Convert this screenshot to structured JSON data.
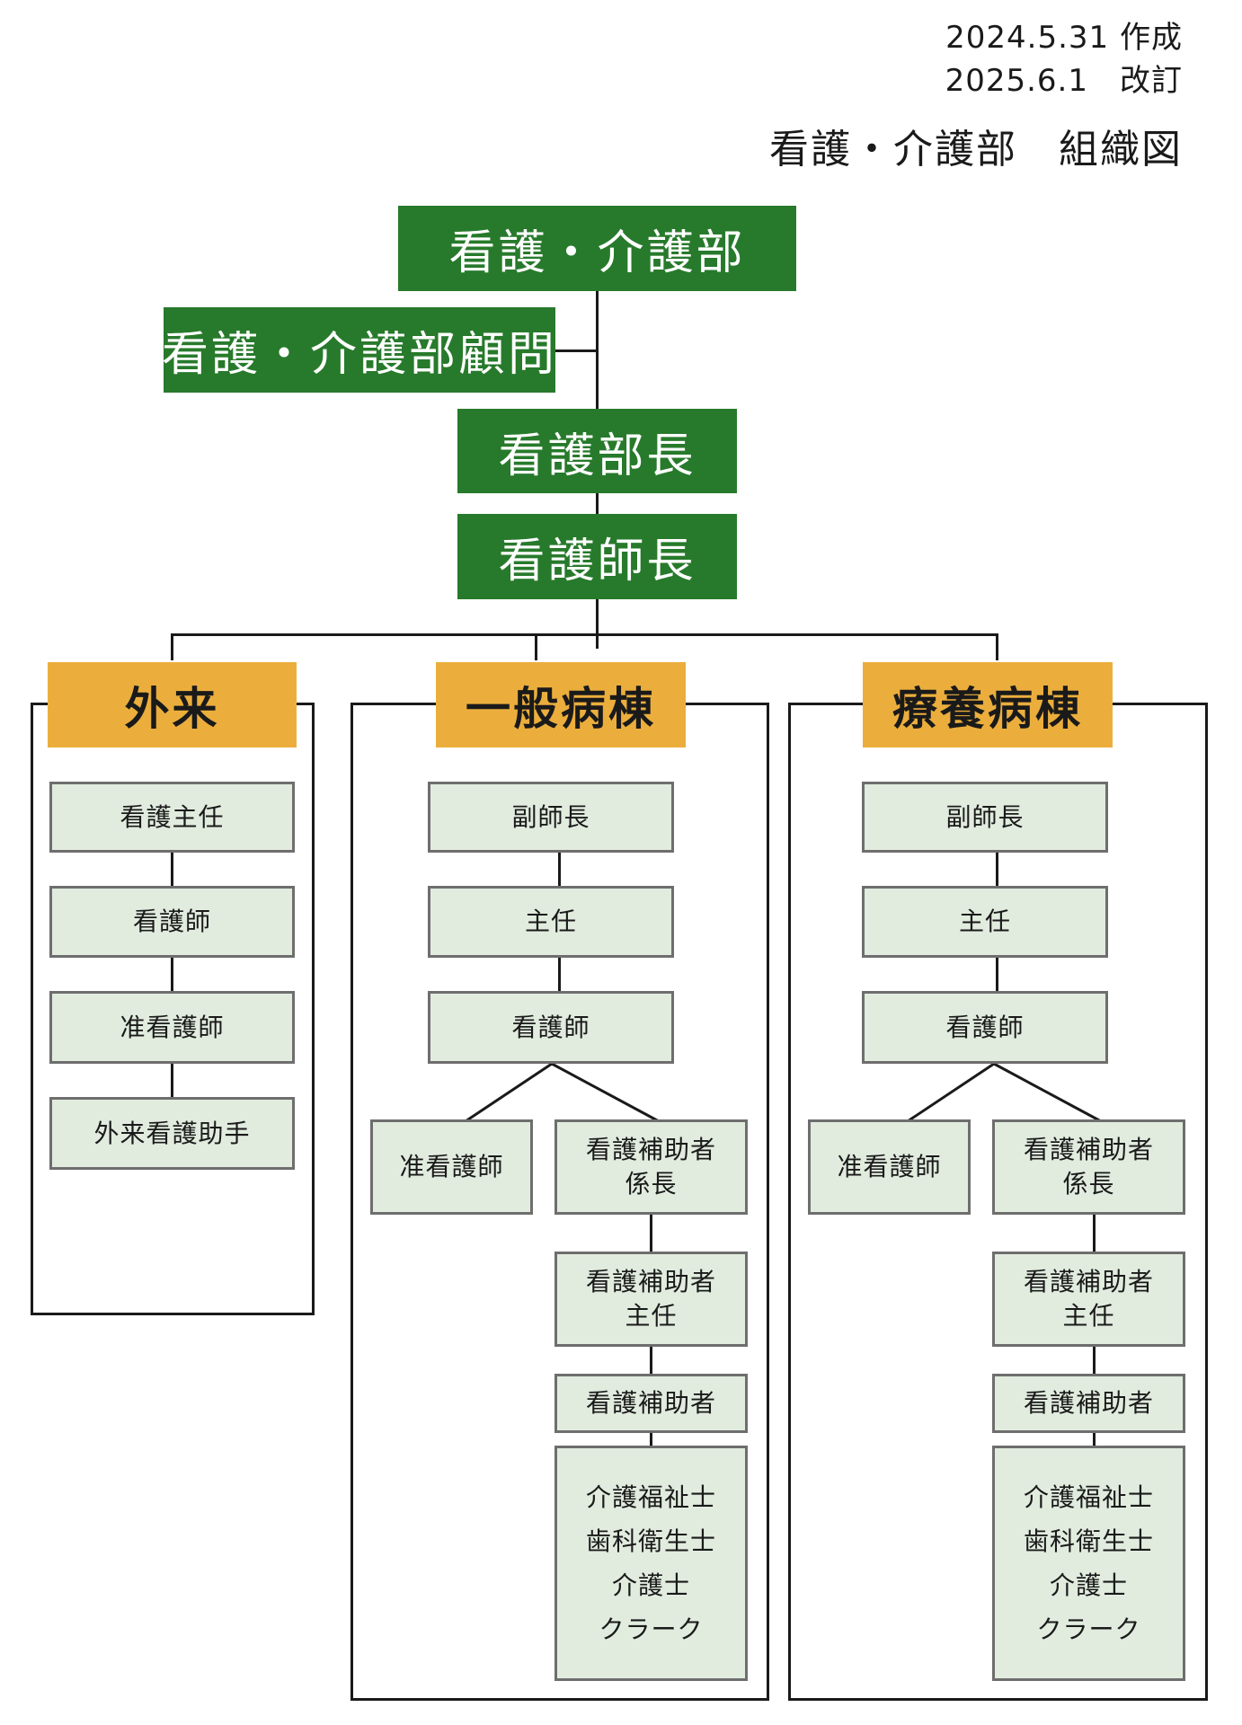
{
  "header": {
    "created": "2024.5.31 作成",
    "revised": "2025.6.1　改訂",
    "title": "看護・介護部　組織図"
  },
  "top": {
    "department": "看護・介護部",
    "advisor": "看護・介護部顧問",
    "director": "看護部長",
    "head_nurse": "看護師長"
  },
  "outpatient": {
    "name": "外来",
    "roles": [
      "看護主任",
      "看護師",
      "准看護師",
      "外来看護助手"
    ]
  },
  "general_ward": {
    "name": "一般病棟",
    "roles": [
      "副師長",
      "主任",
      "看護師"
    ],
    "assistant_nurse": "准看護師",
    "aide_chief": [
      "看護補助者",
      "係長"
    ],
    "aide_lead": [
      "看護補助者",
      "主任"
    ],
    "aide": "看護補助者",
    "staff": [
      "介護福祉士",
      "歯科衛生士",
      "介護士",
      "クラーク"
    ]
  },
  "care_ward": {
    "name": "療養病棟",
    "roles": [
      "副師長",
      "主任",
      "看護師"
    ],
    "assistant_nurse": "准看護師",
    "aide_chief": [
      "看護補助者",
      "係長"
    ],
    "aide_lead": [
      "看護補助者",
      "主任"
    ],
    "aide": "看護補助者",
    "staff": [
      "介護福祉士",
      "歯科衛生士",
      "介護士",
      "クラーク"
    ]
  },
  "colors": {
    "top_box": "#277a2b",
    "unit_box": "#ebae3d",
    "role_box": "#e1ecdf",
    "role_border": "#6e6e6e"
  }
}
